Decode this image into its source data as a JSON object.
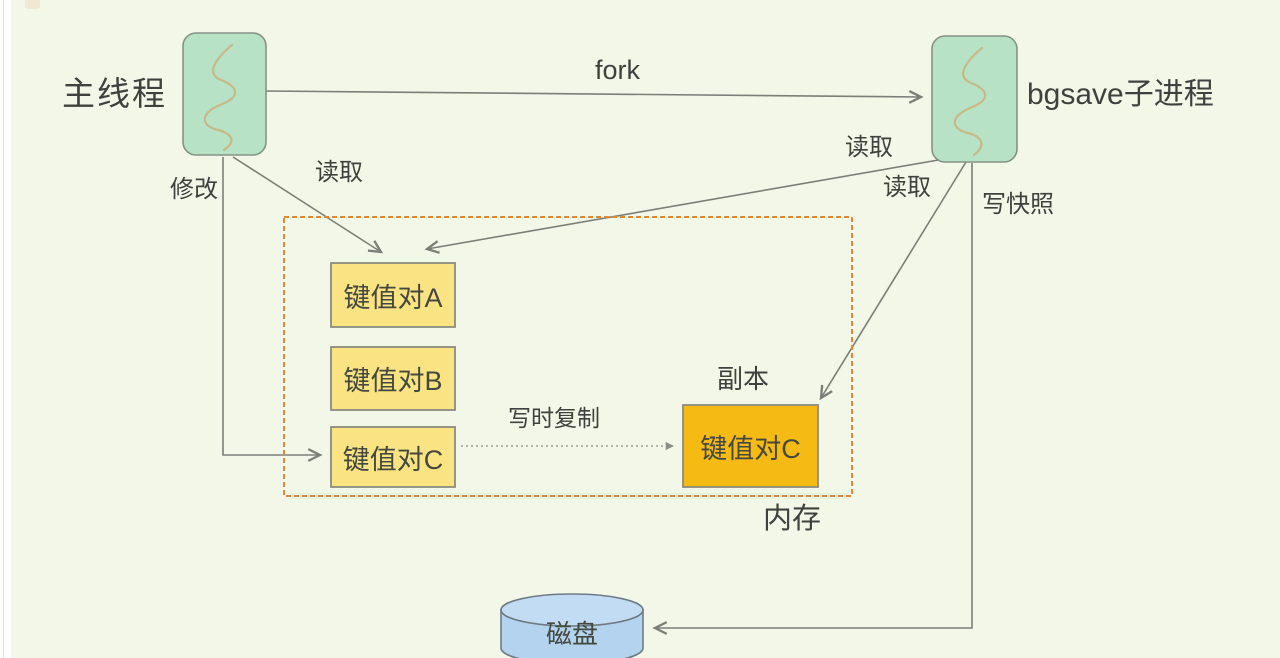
{
  "palette": {
    "background": "#f2f7e8",
    "process_fill": "#b7e2c5",
    "process_border": "#879287",
    "kv_fill": "#fae382",
    "kv_border": "#8b8b80",
    "copy_fill": "#f6ba15",
    "memory_border": "#e0883a",
    "disk_fill": "#b3d3ee",
    "disk_top_fill": "#c2dcf3",
    "disk_border": "#6e7b85",
    "line": "#7b8077",
    "squiggle": "#c6ba8a",
    "text": "#3d423d"
  },
  "nodes": {
    "main_thread": "主线程",
    "bgsave_process": "bgsave子进程",
    "kv_a": "键值对A",
    "kv_b": "键值对B",
    "kv_c": "键值对C",
    "kv_c_copy": "键值对C",
    "copy_caption": "副本",
    "memory": "内存",
    "disk": "磁盘"
  },
  "edges": {
    "fork": "fork",
    "modify": "修改",
    "read_main": "读取",
    "read_child_upper": "读取",
    "read_child_lower": "读取",
    "write_snapshot": "写快照",
    "copy_on_write": "写时复制"
  }
}
